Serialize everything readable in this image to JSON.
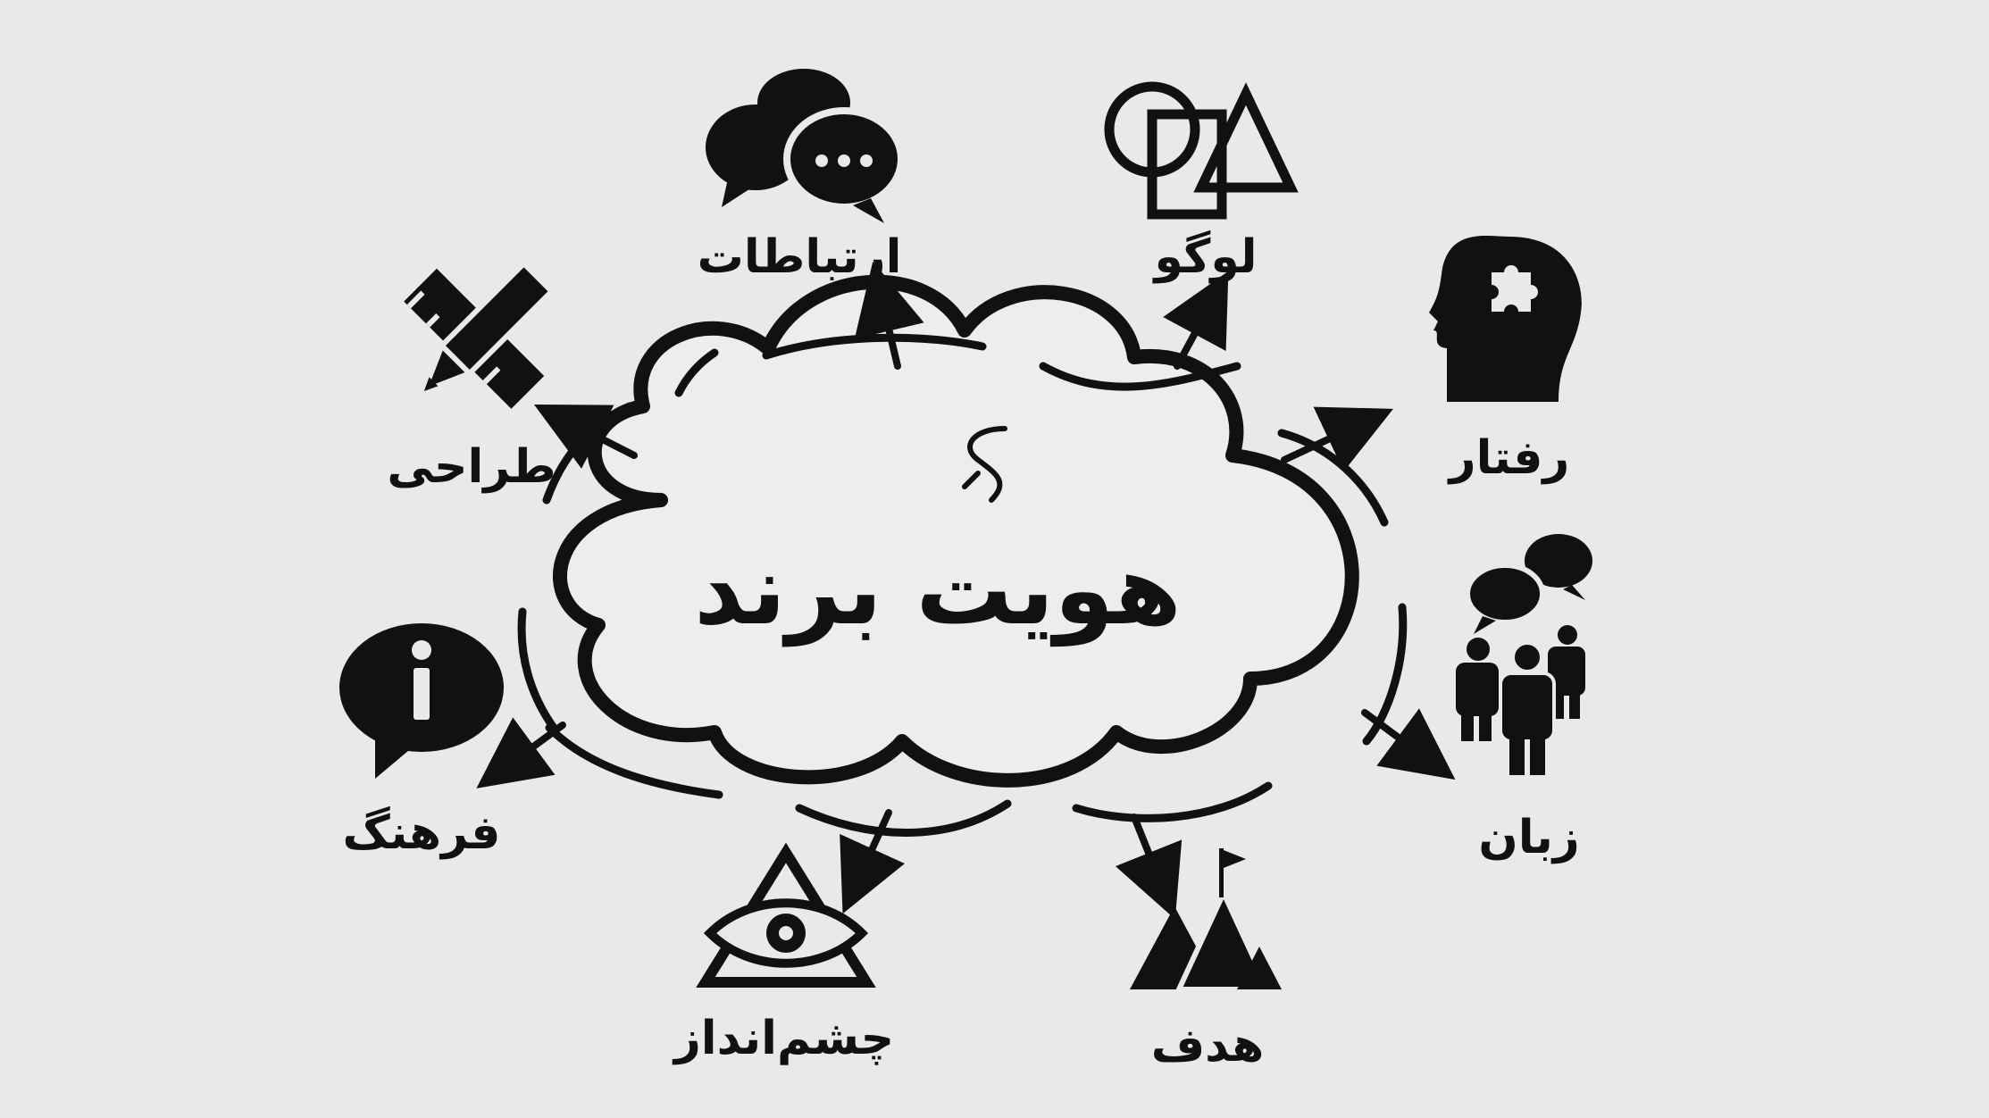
{
  "center": {
    "title": "هویت برند"
  },
  "nodes": {
    "communication": {
      "label": "ارتباطات",
      "icon": "speech-bubbles-icon"
    },
    "logo": {
      "label": "لوگو",
      "icon": "geometric-shapes-icon"
    },
    "behavior": {
      "label": "رفتار",
      "icon": "head-puzzle-icon"
    },
    "design": {
      "label": "طراحی",
      "icon": "pencil-ruler-icon"
    },
    "language": {
      "label": "زبان",
      "icon": "people-talking-icon"
    },
    "culture": {
      "label": "فرهنگ",
      "icon": "info-bubble-icon"
    },
    "vision": {
      "label": "چشم‌انداز",
      "icon": "eye-triangle-icon"
    },
    "goal": {
      "label": "هدف",
      "icon": "mountain-flag-icon"
    }
  },
  "colors": {
    "background": "#e9e8ea",
    "ink": "#111111",
    "cloud_fill": "#ededef"
  }
}
